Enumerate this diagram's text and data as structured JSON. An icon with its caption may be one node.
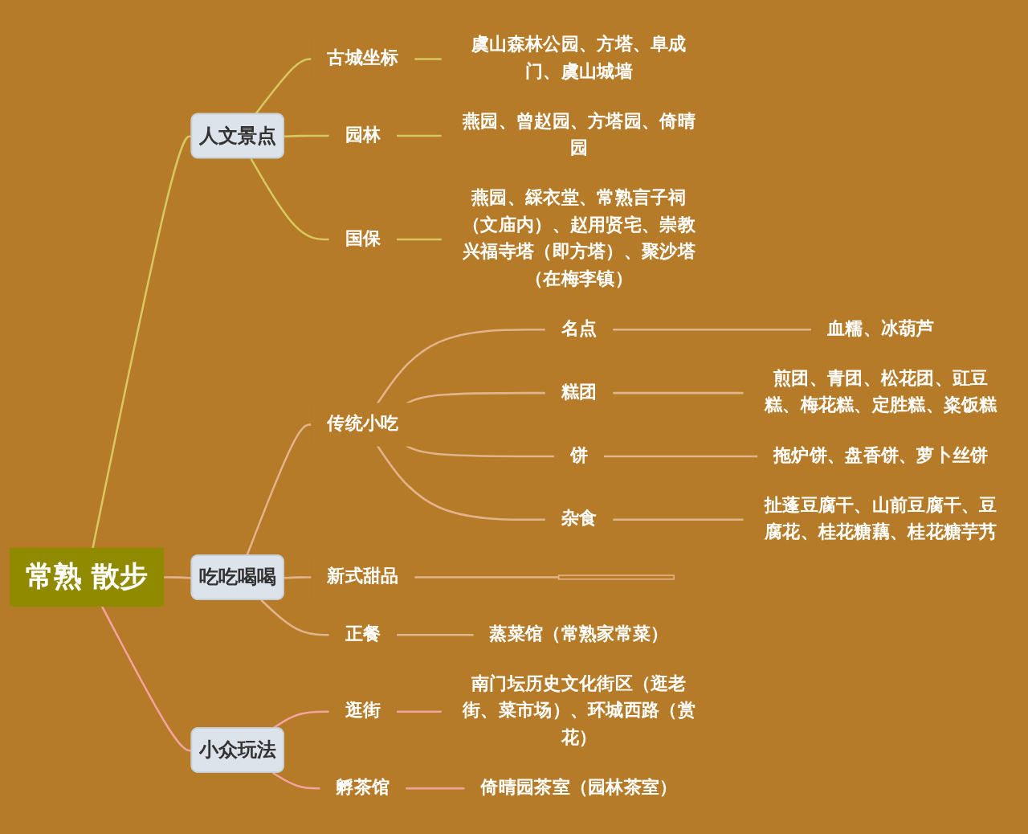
{
  "diagram": {
    "nodes": [
      {
        "text": [
          "常熟 散步"
        ]
      },
      {
        "text": [
          "人文景点"
        ]
      },
      {
        "text": [
          "古城坐标"
        ]
      },
      {
        "text": [
          "虞山森林公园、方塔、阜成门、虞山城墙"
        ]
      },
      {
        "text": [
          "园林"
        ]
      },
      {
        "text": [
          "燕园、曾赵园、方塔园、倚晴园"
        ]
      },
      {
        "text": [
          "国保"
        ]
      },
      {
        "text": [
          "燕园、綵衣堂、常熟言子祠（文庙内）、赵用贤宅、崇教兴福寺塔（即方塔）、聚沙塔（在梅李镇）"
        ]
      },
      {
        "text": [
          "吃吃喝喝"
        ]
      },
      {
        "text": [
          "传统小吃"
        ]
      },
      {
        "text": [
          "名点"
        ]
      },
      {
        "text": [
          "血糯、冰葫芦"
        ]
      },
      {
        "text": [
          "糕团"
        ]
      },
      {
        "text": [
          "煎团、青团、松花团、豇豆糕、梅花糕、定胜糕、粢饭糕"
        ]
      },
      {
        "text": [
          "饼"
        ]
      },
      {
        "text": [
          "拖炉饼、盘香饼、萝卜丝饼"
        ]
      },
      {
        "text": [
          "杂食"
        ]
      },
      {
        "text": [
          "扯蓬豆腐干、山前豆腐干、豆腐花、桂花糖藕、桂花糖芋艿"
        ]
      },
      {
        "text": [
          "新式甜品"
        ]
      },
      {
        "text": [],
        "shape": "bar"
      },
      {
        "text": [
          "正餐"
        ]
      },
      {
        "text": [
          "蒸菜馆（常熟家常菜）"
        ]
      },
      {
        "text": [
          "小众玩法"
        ]
      },
      {
        "text": [
          "逛街"
        ]
      },
      {
        "text": [
          "南门坛历史文化街区（逛老街、菜市场）、环城西路（赏花）"
        ]
      },
      {
        "text": [
          "孵茶馆"
        ]
      },
      {
        "text": [
          "倚晴园茶室（园林茶室）"
        ]
      }
    ],
    "edges": [
      {
        "from": 0,
        "to": 1,
        "arrow": "none",
        "color": "#d8c860"
      },
      {
        "from": 1,
        "to": 2,
        "arrow": "none",
        "color": "#d8c860"
      },
      {
        "from": 2,
        "to": 3,
        "arrow": "none",
        "color": "#d8c860"
      },
      {
        "from": 1,
        "to": 4,
        "arrow": "none",
        "color": "#d8c860"
      },
      {
        "from": 4,
        "to": 5,
        "arrow": "none",
        "color": "#d8c860"
      },
      {
        "from": 1,
        "to": 6,
        "arrow": "none",
        "color": "#d8c860"
      },
      {
        "from": 6,
        "to": 7,
        "arrow": "none",
        "color": "#d8c860"
      },
      {
        "from": 0,
        "to": 8,
        "arrow": "none",
        "color": "#e3b48c"
      },
      {
        "from": 8,
        "to": 9,
        "arrow": "none",
        "color": "#e3b48c"
      },
      {
        "from": 9,
        "to": 10,
        "arrow": "none",
        "color": "#e3b48c"
      },
      {
        "from": 10,
        "to": 11,
        "arrow": "none",
        "color": "#e3b48c"
      },
      {
        "from": 9,
        "to": 12,
        "arrow": "none",
        "color": "#e3b48c"
      },
      {
        "from": 12,
        "to": 13,
        "arrow": "none",
        "color": "#e3b48c"
      },
      {
        "from": 9,
        "to": 14,
        "arrow": "none",
        "color": "#e3b48c"
      },
      {
        "from": 14,
        "to": 15,
        "arrow": "none",
        "color": "#e3b48c"
      },
      {
        "from": 9,
        "to": 16,
        "arrow": "none",
        "color": "#e3b48c"
      },
      {
        "from": 16,
        "to": 17,
        "arrow": "none",
        "color": "#e3b48c"
      },
      {
        "from": 8,
        "to": 18,
        "arrow": "none",
        "color": "#e3b48c"
      },
      {
        "from": 18,
        "to": 19,
        "arrow": "none",
        "color": "#e3b48c"
      },
      {
        "from": 8,
        "to": 20,
        "arrow": "none",
        "color": "#e3b48c"
      },
      {
        "from": 20,
        "to": 21,
        "arrow": "none",
        "color": "#e3b48c"
      },
      {
        "from": 0,
        "to": 22,
        "arrow": "none",
        "color": "#f4a4a0"
      },
      {
        "from": 22,
        "to": 23,
        "arrow": "none",
        "color": "#f4a4a0"
      },
      {
        "from": 23,
        "to": 24,
        "arrow": "none",
        "color": "#f4a4a0"
      },
      {
        "from": 22,
        "to": 25,
        "arrow": "none",
        "color": "#f4a4a0"
      },
      {
        "from": 25,
        "to": 26,
        "arrow": "none",
        "color": "#f4a4a0"
      }
    ]
  }
}
